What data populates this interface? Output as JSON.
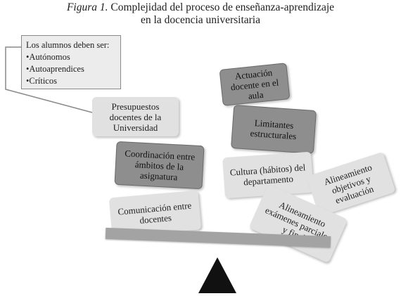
{
  "figure": {
    "label": "Figura 1.",
    "title_line1": "Complejidad del proceso de enseñanza-aprendizaje",
    "title_line2": "en la docencia universitaria"
  },
  "callout": {
    "heading": "Los alumnos deben ser:",
    "items": [
      "•Autónomos",
      "•Autoaprendices",
      "•Críticos"
    ]
  },
  "boxes": {
    "presupuestos": "Presupuestos docentes de la Universidad",
    "coordinacion": "Coordinación entre ámbitos de la asignatura",
    "comunicacion": "Comunicación entre docentes",
    "actuacion": "Actuación docente en el aula",
    "limitantes": "Limitantes estructurales",
    "cultura": "Cultura (hábitos) del departamento",
    "alineamiento_objetivos": "Alineamiento objetivos y evaluación",
    "alineamiento_examenes": "Alineamiento exámenes parciales y final"
  }
}
